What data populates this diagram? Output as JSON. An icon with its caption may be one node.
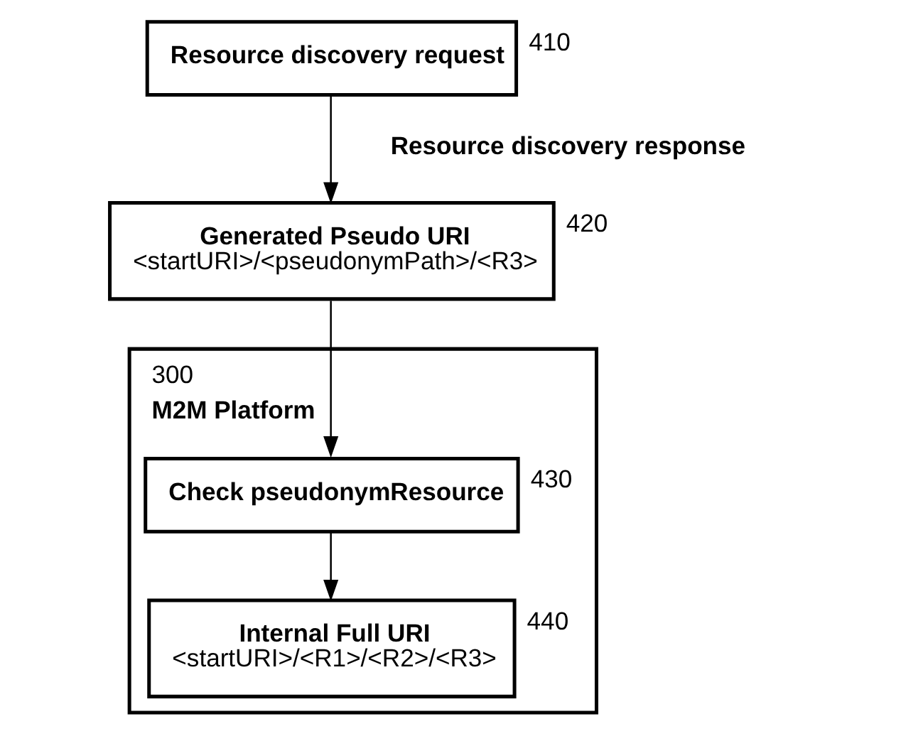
{
  "diagram": {
    "nodes": [
      {
        "text": [
          "Resource discovery request"
        ],
        "beside": [
          "410"
        ]
      },
      {
        "text": [
          "Generated Pseudo URI",
          "<startURI>/<pseudonymPath>/<R3>"
        ],
        "beside": [
          "420"
        ]
      },
      {
        "text": [
          "M2M Platform"
        ],
        "beside": [
          "300"
        ]
      },
      {
        "text": [
          "Check pseudonymResource"
        ],
        "in": 2,
        "beside": [
          "430"
        ]
      },
      {
        "text": [
          "Internal Full URI",
          "<startURI>/<R1>/<R2>/<R3>"
        ],
        "in": 2,
        "beside": [
          "440"
        ]
      }
    ],
    "edges": [
      {
        "from": 0,
        "to": 1,
        "arrow": "to",
        "label": "Resource discovery response"
      },
      {
        "from": 1,
        "to": 3,
        "arrow": "to"
      },
      {
        "from": 3,
        "to": 4,
        "arrow": "to"
      }
    ]
  }
}
